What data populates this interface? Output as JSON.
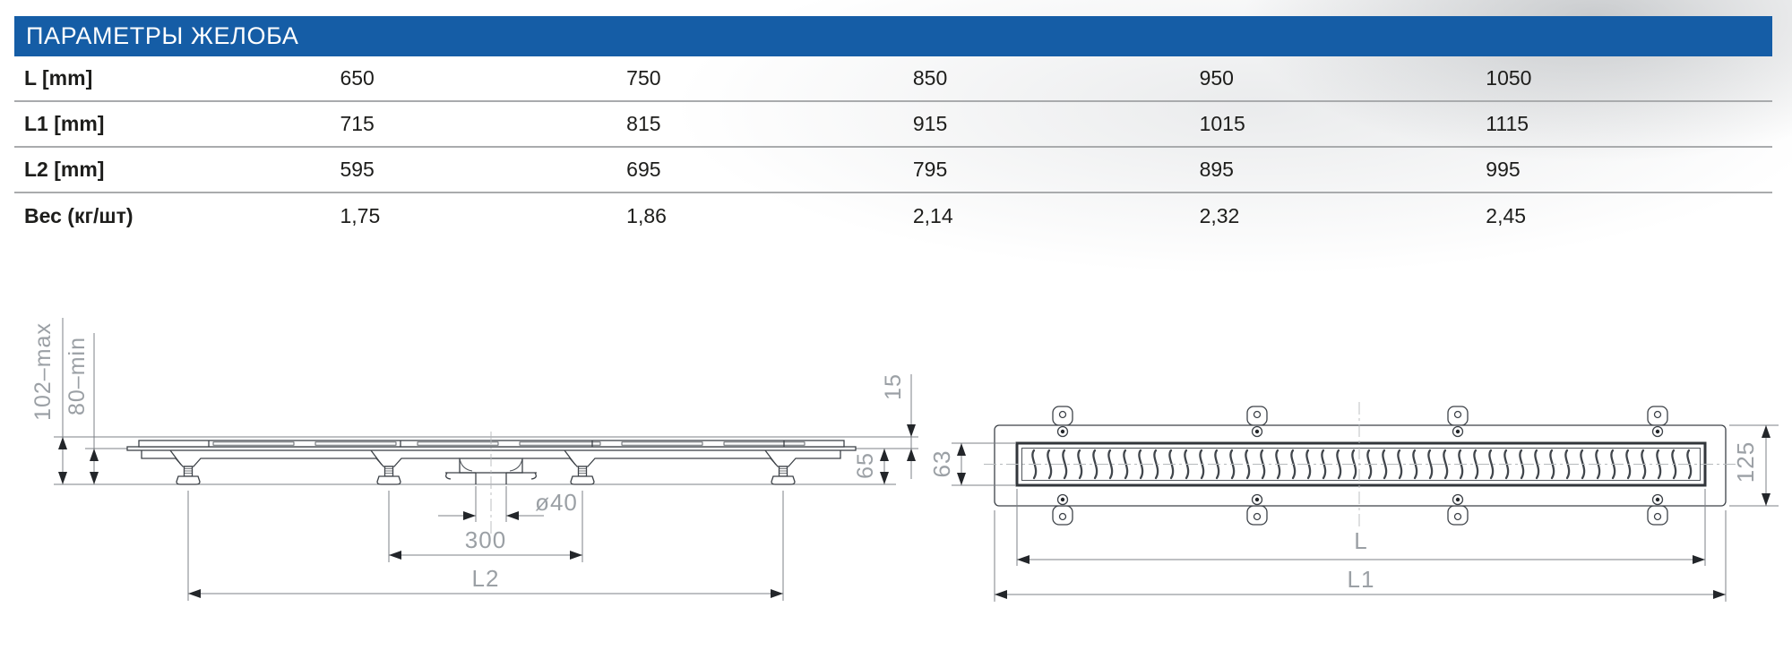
{
  "header": {
    "title": "ПАРАМЕТРЫ ЖЕЛОБА"
  },
  "table": {
    "rows": [
      {
        "label": "L [mm]",
        "values": [
          "650",
          "750",
          "850",
          "950",
          "1050"
        ]
      },
      {
        "label": "L1 [mm]",
        "values": [
          "715",
          "815",
          "915",
          "1015",
          "1115"
        ]
      },
      {
        "label": "L2 [mm]",
        "values": [
          "595",
          "695",
          "795",
          "895",
          "995"
        ]
      },
      {
        "label": "Вес (кг/шт)",
        "values": [
          "1,75",
          "1,86",
          "2,14",
          "2,32",
          "2,45"
        ]
      }
    ]
  },
  "drawings": {
    "side_view": {
      "height_max_label": "102–max",
      "height_min_label": "80–min",
      "grate_lip_height": "15",
      "body_depth": "65",
      "outlet_diameter": "ø40",
      "outlet_spacing": "300",
      "feet_span_label": "L2"
    },
    "top_view": {
      "grate_width": "63",
      "body_width": "125",
      "grate_length_label": "L",
      "overall_length_label": "L1"
    }
  },
  "colors": {
    "header_bg": "#155da6",
    "header_text": "#ffffff",
    "table_text": "#1d1d1b",
    "separator": "#a9abad",
    "drawing_line": "#3d4248",
    "dimension_line": "#7c8187",
    "dimension_text": "#9ba0a5"
  }
}
